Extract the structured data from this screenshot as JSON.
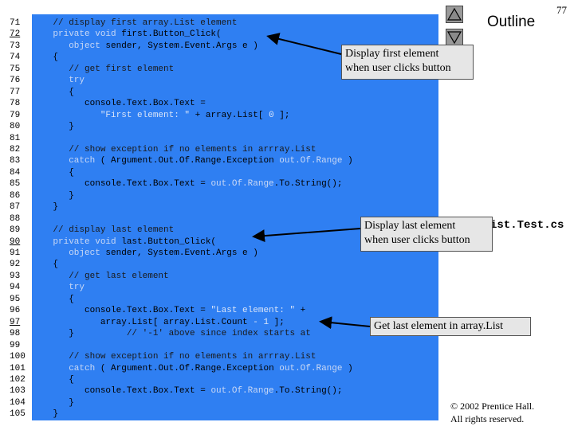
{
  "page_number": "77",
  "outline_label": "Outline",
  "file_name": "ArrayListTest.cs",
  "file_name_visible": "ist.Test.cs",
  "copyright": [
    "© 2002 Prentice Hall.",
    "All rights reserved."
  ],
  "callouts": {
    "first": [
      "Display first element",
      "when user clicks button"
    ],
    "last": [
      "Display last element",
      "when user clicks button"
    ],
    "get_last": "Get last element in array.List"
  },
  "nav": {
    "up_icon": "triangle-up-icon",
    "down_icon": "triangle-down-icon"
  },
  "colors": {
    "code_bg": "#2f7ff2",
    "callout_bg": "#e6e6e6"
  },
  "lines": [
    {
      "n": "71",
      "u": false,
      "segs": [
        [
          "c",
          "    // display first array.List element"
        ]
      ]
    },
    {
      "n": "72",
      "u": true,
      "segs": [
        [
          "k",
          "    private void "
        ],
        [
          "n",
          "first.Button_Click("
        ]
      ]
    },
    {
      "n": "73",
      "u": false,
      "segs": [
        [
          "k",
          "       object "
        ],
        [
          "n",
          "sender, System.Event.Args e )"
        ]
      ]
    },
    {
      "n": "74",
      "u": false,
      "segs": [
        [
          "n",
          "    {"
        ]
      ]
    },
    {
      "n": "75",
      "u": false,
      "segs": [
        [
          "c",
          "       // get first element"
        ]
      ]
    },
    {
      "n": "76",
      "u": false,
      "segs": [
        [
          "k",
          "       try"
        ]
      ]
    },
    {
      "n": "77",
      "u": false,
      "segs": [
        [
          "n",
          "       {"
        ]
      ]
    },
    {
      "n": "78",
      "u": false,
      "segs": [
        [
          "n",
          "          console.Text.Box.Text ="
        ]
      ]
    },
    {
      "n": "79",
      "u": false,
      "segs": [
        [
          "s",
          "             \"First element: \" "
        ],
        [
          "n",
          "+ array.List[ "
        ],
        [
          "s",
          "0 "
        ],
        [
          "n",
          "];"
        ]
      ]
    },
    {
      "n": "80",
      "u": false,
      "segs": [
        [
          "n",
          "       }"
        ]
      ]
    },
    {
      "n": "81",
      "u": false,
      "segs": []
    },
    {
      "n": "82",
      "u": false,
      "segs": [
        [
          "c",
          "       // show exception if no elements in arrray.List"
        ]
      ]
    },
    {
      "n": "83",
      "u": false,
      "segs": [
        [
          "k",
          "       catch "
        ],
        [
          "n",
          "( Argument.Out.Of.Range.Exception "
        ],
        [
          "k",
          "out.Of.Range "
        ],
        [
          "n",
          ")"
        ]
      ]
    },
    {
      "n": "84",
      "u": false,
      "segs": [
        [
          "n",
          "       {"
        ]
      ]
    },
    {
      "n": "85",
      "u": false,
      "segs": [
        [
          "n",
          "          console.Text.Box.Text = "
        ],
        [
          "k",
          "out.Of.Range"
        ],
        [
          "n",
          ".To.String();"
        ]
      ]
    },
    {
      "n": "86",
      "u": false,
      "segs": [
        [
          "n",
          "       }"
        ]
      ]
    },
    {
      "n": "87",
      "u": false,
      "segs": [
        [
          "n",
          "    }"
        ]
      ]
    },
    {
      "n": "88",
      "u": false,
      "segs": []
    },
    {
      "n": "89",
      "u": false,
      "segs": [
        [
          "c",
          "    // display last element"
        ]
      ]
    },
    {
      "n": "90",
      "u": true,
      "segs": [
        [
          "k",
          "    private void "
        ],
        [
          "n",
          "last.Button_Click("
        ]
      ]
    },
    {
      "n": "91",
      "u": false,
      "segs": [
        [
          "k",
          "       object "
        ],
        [
          "n",
          "sender, System.Event.Args e )"
        ]
      ]
    },
    {
      "n": "92",
      "u": false,
      "segs": [
        [
          "n",
          "    {"
        ]
      ]
    },
    {
      "n": "93",
      "u": false,
      "segs": [
        [
          "c",
          "       // get last element"
        ]
      ]
    },
    {
      "n": "94",
      "u": false,
      "segs": [
        [
          "k",
          "       try"
        ]
      ]
    },
    {
      "n": "95",
      "u": false,
      "segs": [
        [
          "n",
          "       {"
        ]
      ]
    },
    {
      "n": "96",
      "u": false,
      "segs": [
        [
          "n",
          "          console.Text.Box.Text = "
        ],
        [
          "s",
          "\"Last element: \" "
        ],
        [
          "n",
          "+"
        ]
      ]
    },
    {
      "n": "97",
      "u": true,
      "segs": [
        [
          "n",
          "             array.List[ array.List.Count "
        ],
        [
          "s",
          "- 1 "
        ],
        [
          "n",
          "];"
        ]
      ]
    },
    {
      "n": "98",
      "u": false,
      "segs": [
        [
          "n",
          "       }"
        ],
        [
          "c",
          "          // '-1' above since index starts at"
        ]
      ]
    },
    {
      "n": "99",
      "u": false,
      "segs": []
    },
    {
      "n": "100",
      "u": false,
      "segs": [
        [
          "c",
          "       // show exception if no elements in arrray.List"
        ]
      ]
    },
    {
      "n": "101",
      "u": false,
      "segs": [
        [
          "k",
          "       catch "
        ],
        [
          "n",
          "( Argument.Out.Of.Range.Exception "
        ],
        [
          "k",
          "out.Of.Range "
        ],
        [
          "n",
          ")"
        ]
      ]
    },
    {
      "n": "102",
      "u": false,
      "segs": [
        [
          "n",
          "       {"
        ]
      ]
    },
    {
      "n": "103",
      "u": false,
      "segs": [
        [
          "n",
          "          console.Text.Box.Text = "
        ],
        [
          "k",
          "out.Of.Range"
        ],
        [
          "n",
          ".To.String();"
        ]
      ]
    },
    {
      "n": "104",
      "u": false,
      "segs": [
        [
          "n",
          "       }"
        ]
      ]
    },
    {
      "n": "105",
      "u": false,
      "segs": [
        [
          "n",
          "    }"
        ]
      ]
    }
  ]
}
